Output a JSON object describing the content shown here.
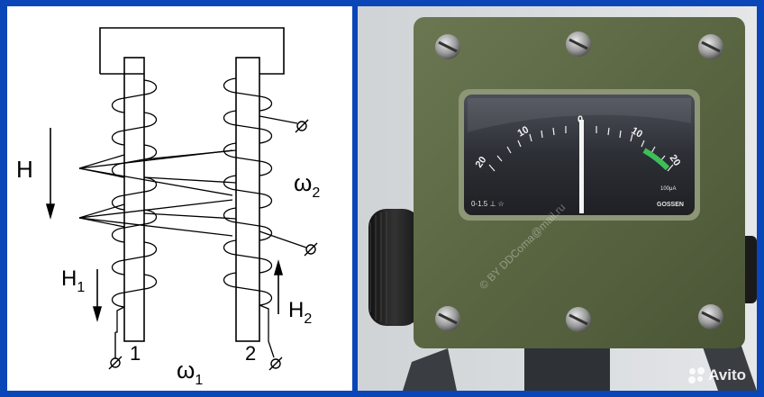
{
  "diagram": {
    "labels": {
      "h": "H",
      "h1_main": "H",
      "h1_sub": "1",
      "h2_main": "H",
      "h2_sub": "2",
      "omega2_main": "ω",
      "omega2_sub": "2",
      "omega1_main": "ω",
      "omega1_sub": "1",
      "terminal_1": "1",
      "terminal_2": "2"
    }
  },
  "meter": {
    "scale_left_outer": "20",
    "scale_left_inner": "10",
    "scale_center": "0",
    "scale_right_inner": "10",
    "scale_right_outer": "20",
    "spec_text": "0-1.5 ⊥ ☆",
    "range_text": "100μA",
    "brand_text": "GOSSEN",
    "watermark_text": "© BY DDComa@mail.ru"
  },
  "logo": {
    "text": "Avito"
  },
  "colors": {
    "frame_blue": "#0b46b8",
    "housing_green": "#5d6a45",
    "green_zone": "#3dbf57"
  }
}
